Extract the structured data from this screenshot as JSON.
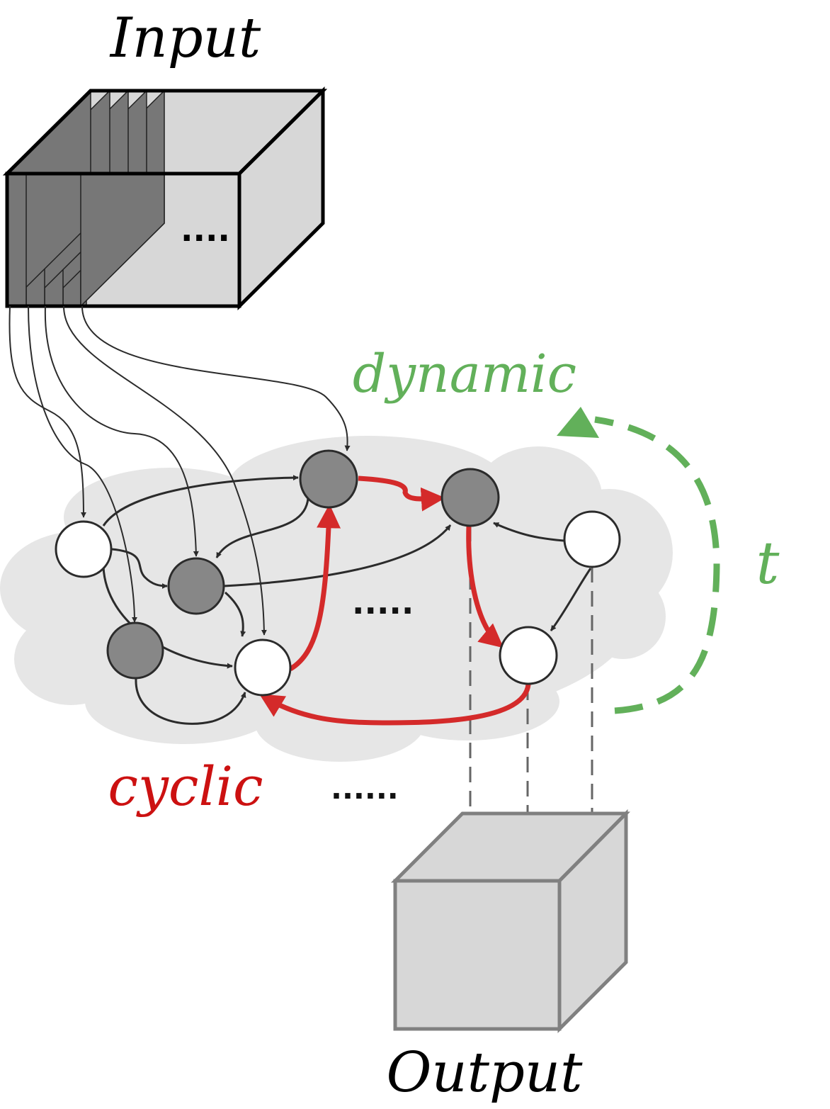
{
  "labels": {
    "input": "Input",
    "output": "Output",
    "dynamic": "dynamic",
    "cyclic": "cyclic",
    "time": "t",
    "ellipsis_box": "....",
    "ellipsis_cloud": ".....",
    "ellipsis_bottom": "......"
  },
  "colors": {
    "red": "#d42a2a",
    "green": "#62b05a",
    "dark_node": "#878787",
    "cloud": "#e6e6e6",
    "box_face": "#d7d7d7",
    "slice": "#777777",
    "edge": "#2b2b2b"
  },
  "graph": {
    "nodes": [
      {
        "id": "n1",
        "state": "inactive"
      },
      {
        "id": "n2",
        "state": "active"
      },
      {
        "id": "n3",
        "state": "active"
      },
      {
        "id": "n4",
        "state": "active"
      },
      {
        "id": "n5",
        "state": "inactive"
      },
      {
        "id": "n6",
        "state": "active"
      },
      {
        "id": "n7",
        "state": "inactive"
      },
      {
        "id": "n8",
        "state": "inactive"
      }
    ],
    "cyclic_path": [
      "n3",
      "n6",
      "n7",
      "n5",
      "n3"
    ]
  }
}
